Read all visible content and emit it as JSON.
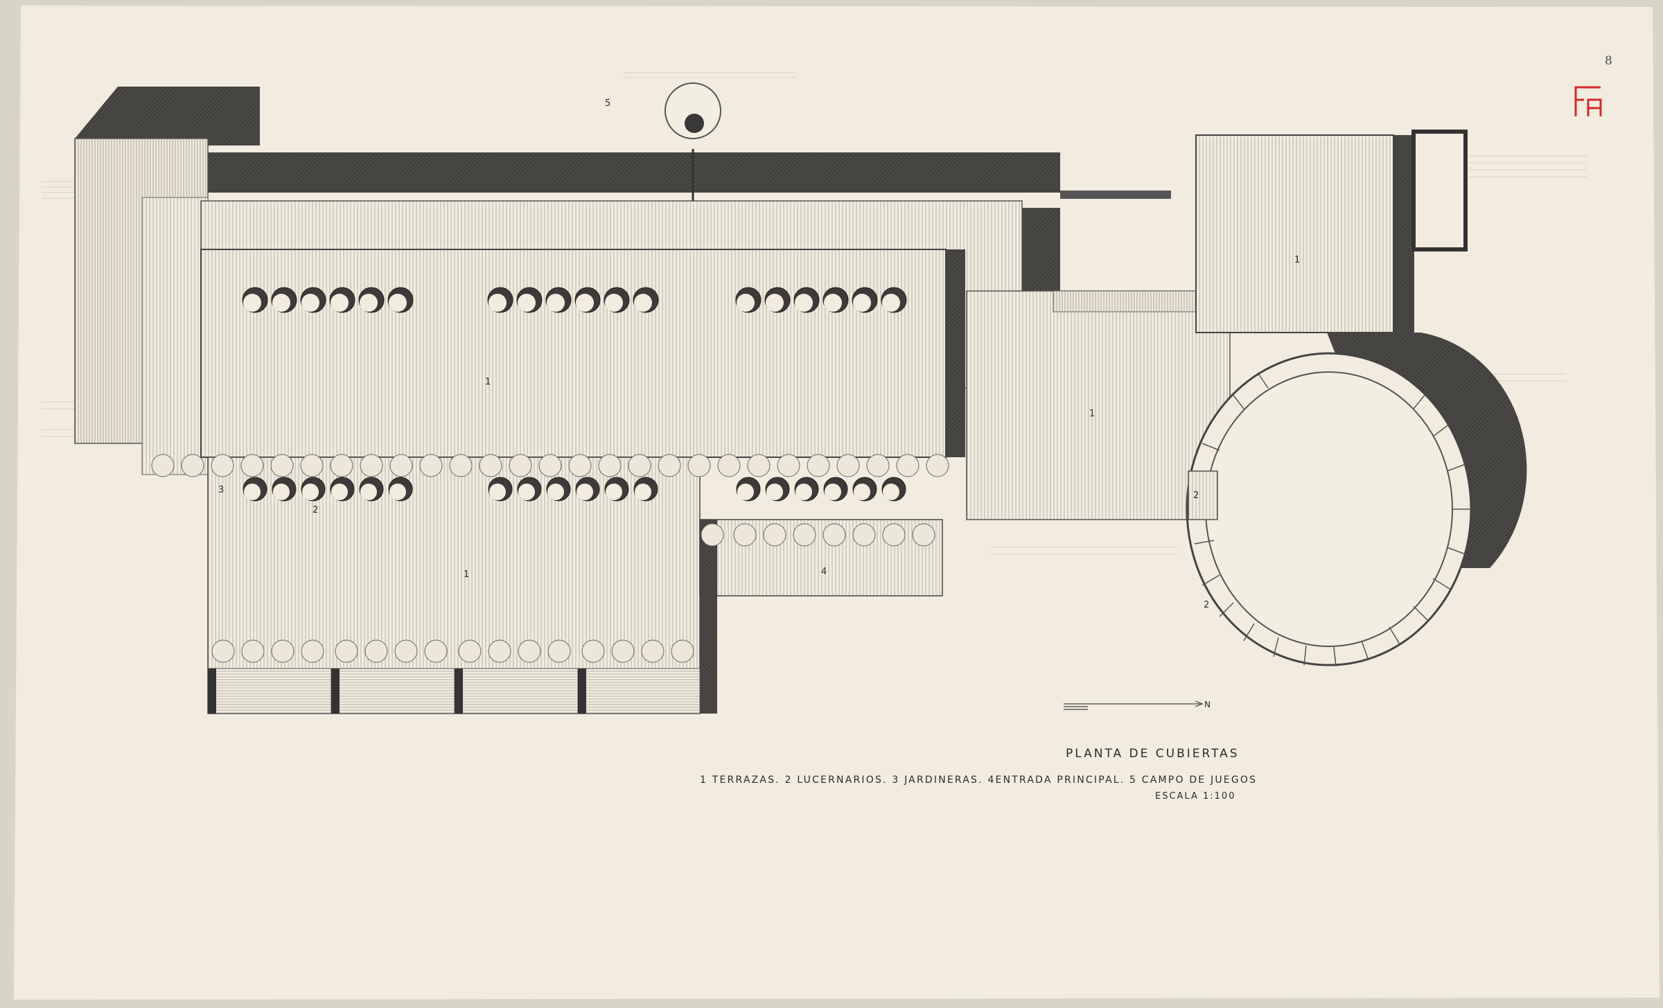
{
  "sheet": {
    "number": "8",
    "title": "PLANTA DE CUBIERTAS",
    "legend": "1 TERRAZAS. 2 LUCERNARIOS. 3 JARDINERAS. 4ENTRADA PRINCIPAL. 5 CAMPO DE JUEGOS",
    "scale": "ESCALA 1:100",
    "north": "N"
  },
  "plan_labels": [
    {
      "text": "1"
    },
    {
      "text": "1"
    },
    {
      "text": "1"
    },
    {
      "text": "1"
    },
    {
      "text": "2"
    },
    {
      "text": "2"
    },
    {
      "text": "2"
    },
    {
      "text": "3"
    },
    {
      "text": "4"
    },
    {
      "text": "5"
    }
  ],
  "logo": {
    "text": "FA",
    "color": "#d42a2a"
  },
  "colors": {
    "paper": "#f1ecdf",
    "ink": "#3a3836",
    "shadow": "#4a4846",
    "logo_red": "#d42a2a"
  }
}
